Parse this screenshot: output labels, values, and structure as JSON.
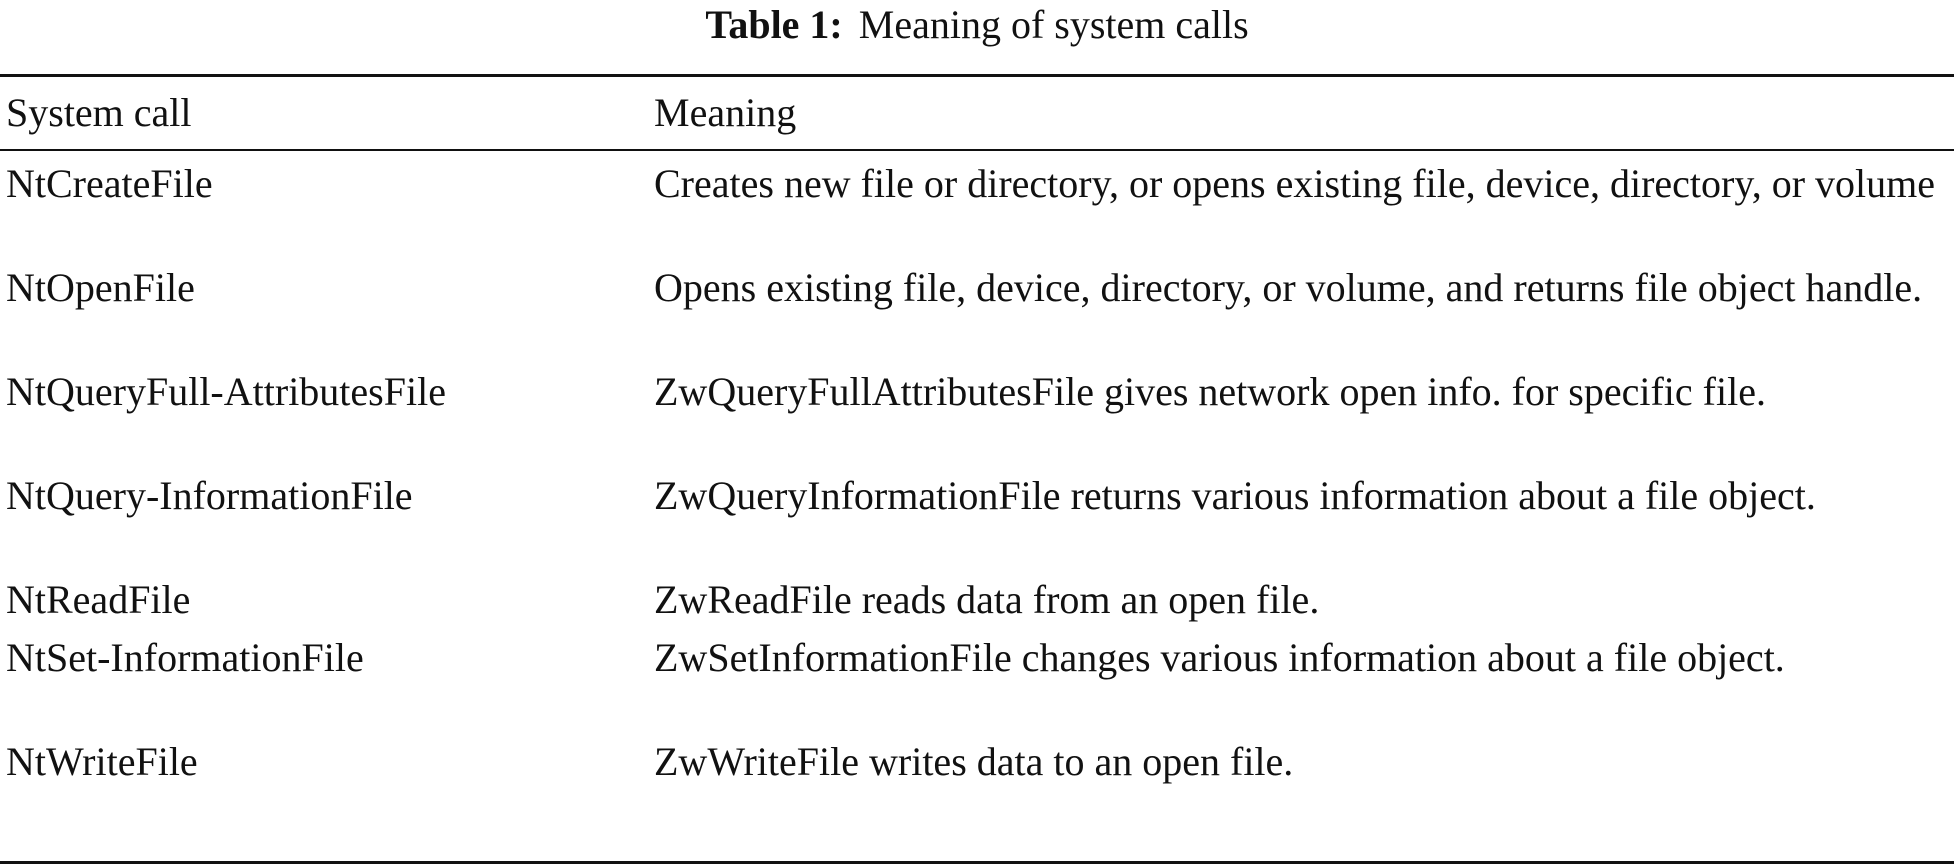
{
  "caption": {
    "label": "Table 1:",
    "text": "Meaning of system calls"
  },
  "table": {
    "headers": [
      "System call",
      "Meaning"
    ],
    "rows": [
      {
        "call": "NtCreateFile",
        "meaning": "Creates new file or directory, or opens existing file, device, directory, or volume"
      },
      {
        "call": "NtOpenFile",
        "meaning": "Opens existing file, device, directory, or volume, and returns file object handle."
      },
      {
        "call": "NtQueryFull-AttributesFile",
        "meaning": "ZwQueryFullAttributesFile gives network open info. for specific file."
      },
      {
        "call": "NtQuery-InformationFile",
        "meaning": "ZwQueryInformationFile returns various information about a file object."
      },
      {
        "call": "NtReadFile",
        "meaning": "ZwReadFile reads data from an open file."
      },
      {
        "call": "NtSet-InformationFile",
        "meaning": "ZwSetInformationFile changes various information about a file object."
      },
      {
        "call": "NtWriteFile",
        "meaning": "ZwWriteFile writes data to an open file."
      }
    ]
  }
}
